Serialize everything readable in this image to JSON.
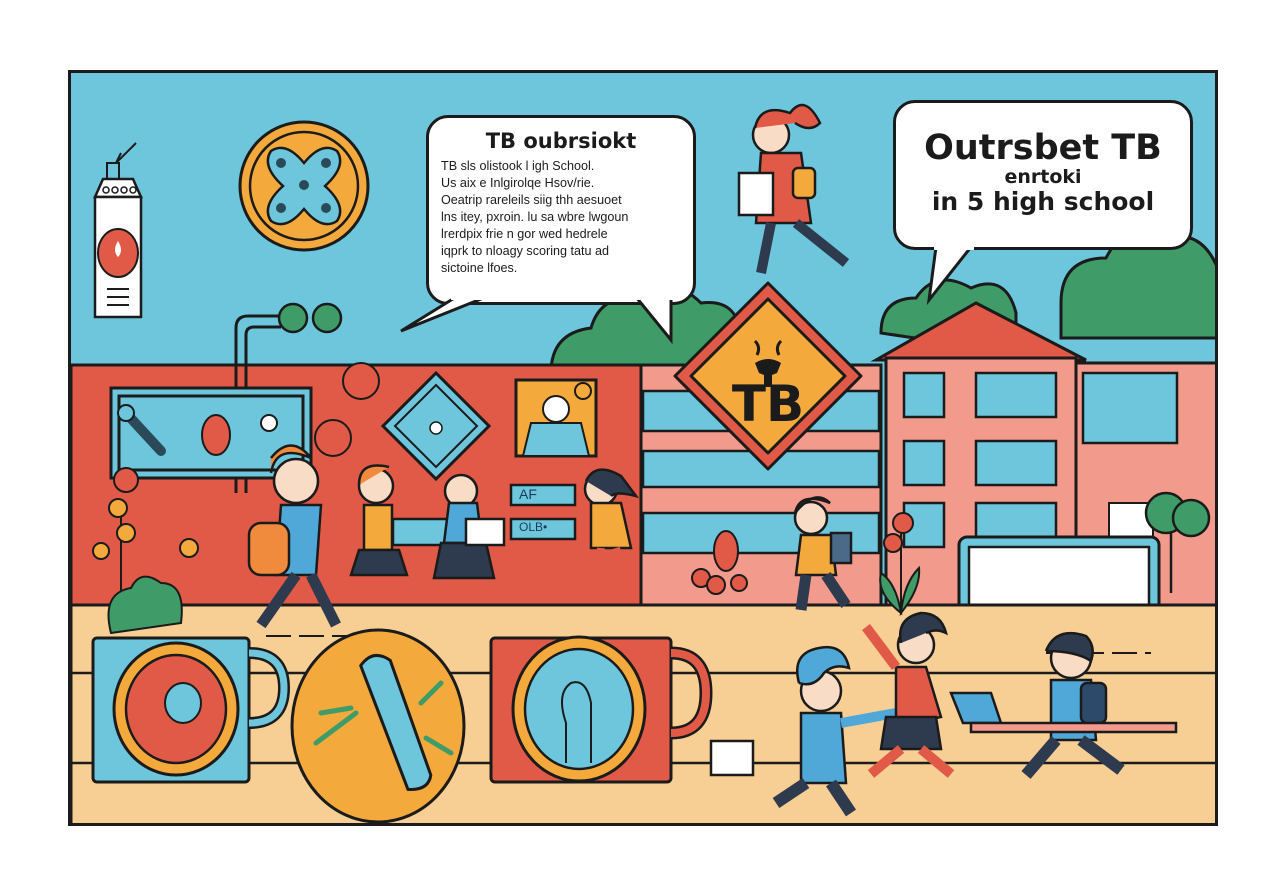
{
  "illustration": {
    "type": "cartoon infographic",
    "subject": "TB outbreak at a high school",
    "colors": {
      "sky": "#6ec6dd",
      "red_wall": "#e05a47",
      "pink_building": "#f29a8c",
      "sand_floor": "#f7cf94",
      "orange": "#f4a93c",
      "green": "#3f9b67",
      "outline": "#1b1b1b",
      "white": "#ffffff"
    }
  },
  "bubble_left": {
    "title": "TB oubrsiokt",
    "lines": [
      "TB sls olistook l igh School.",
      "Us aix е Inlgirolqe Hsov/rie.",
      "Oeatrip rareleils siig thh aesuoet",
      "lns itey, pxroin. lu sa wbre lwgoun",
      "lrerdpix frie n gor wed hedrele",
      "iqprk to nloagy scoring tatu ad",
      "sictoine lfoes."
    ]
  },
  "bubble_right": {
    "line1": "Outrsbet TB",
    "line2": "enrtoki",
    "line3": "in 5 high school"
  },
  "warning_sign": {
    "text": "TB",
    "icon": "bull-head-icon"
  },
  "wall_labels": {
    "label1": "AF",
    "label2": "OLB•"
  },
  "icons": [
    "blood-test-kit-icon",
    "bacteria-cross-icon",
    "microscope-lens-icon",
    "test-tube-icon",
    "cell-icon",
    "bacillus-icon",
    "hand-icon",
    "doctor-portrait-icon",
    "hazard-diamond-icon"
  ]
}
